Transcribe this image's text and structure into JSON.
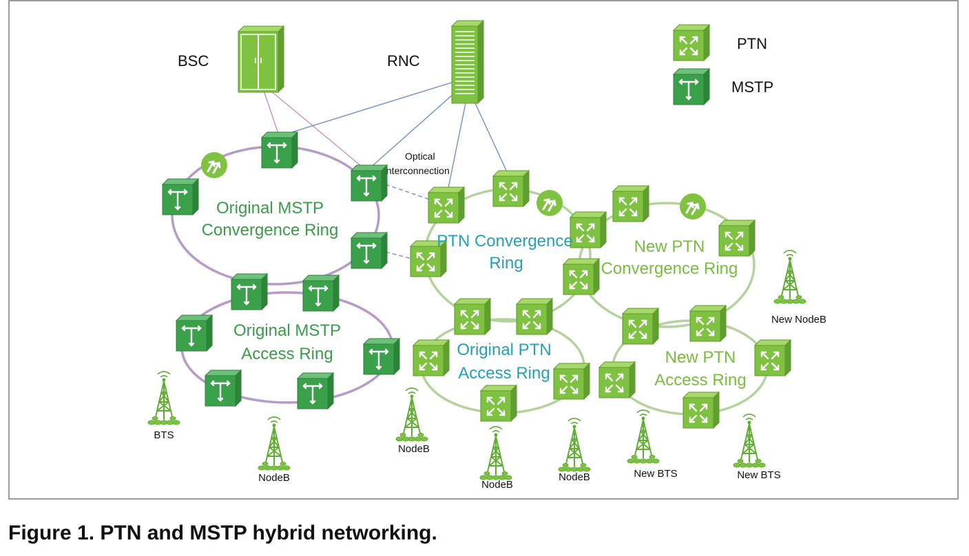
{
  "caption": "Figure 1. PTN and MSTP hybrid networking.",
  "colors": {
    "ptn": "#7fc241",
    "mstp": "#3aa04a",
    "mstp_ring": "#b79ac7",
    "ptn_ring": "#b4d39c",
    "link_blue": "#6f8fc9",
    "link_pink": "#c98fbd",
    "label_green": "#3a9c4a",
    "label_teal": "#24a1b5",
    "label_lightgreen": "#79bd3c"
  },
  "legend": {
    "ptn_label": "PTN",
    "mstp_label": "MSTP"
  },
  "core": {
    "bsc_label": "BSC",
    "rnc_label": "RNC"
  },
  "annotation": {
    "line1": "Optical",
    "line2": "Interconnection"
  },
  "rings": {
    "mstp_convergence": [
      "Original MSTP",
      "Convergence Ring"
    ],
    "mstp_access": [
      "Original MSTP",
      "Access Ring"
    ],
    "ptn_convergence": [
      "PTN Convergence",
      "Ring"
    ],
    "ptn_access": [
      "Original PTN",
      "Access Ring"
    ],
    "new_ptn_convergence": [
      "New PTN",
      "Convergence Ring"
    ],
    "new_ptn_access": [
      "New PTN",
      "Access Ring"
    ]
  },
  "towers": {
    "bts": "BTS",
    "nodeb_1": "NodeB",
    "nodeb_2": "NodeB",
    "nodeb_3": "NodeB",
    "nodeb_4": "NodeB",
    "new_bts_1": "New BTS",
    "new_bts_2": "New BTS",
    "new_nodeb": "New NodeB"
  }
}
